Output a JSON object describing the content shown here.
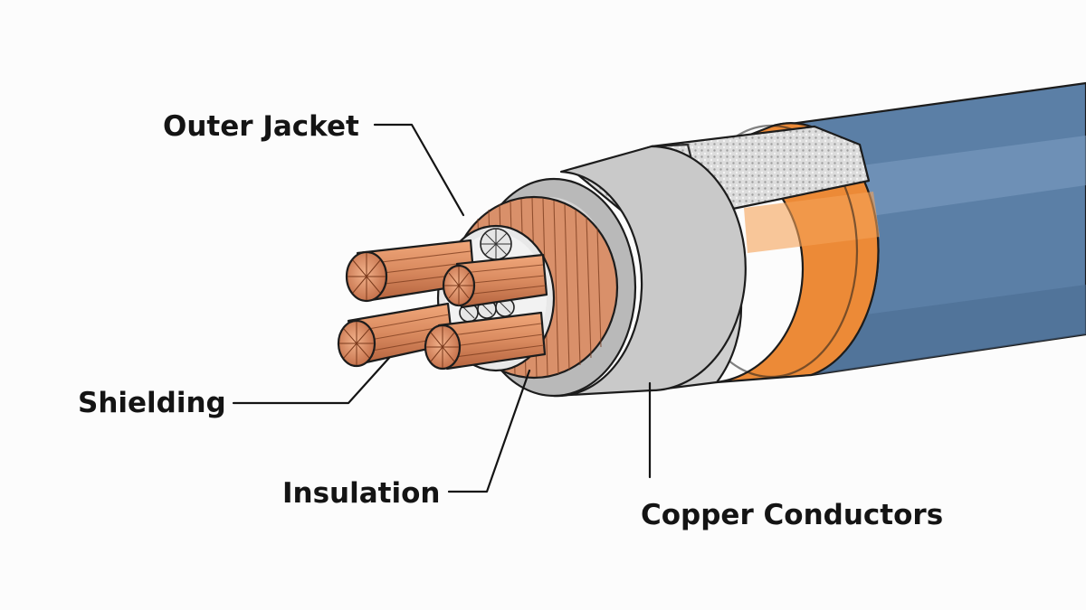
{
  "labels": {
    "outer_jacket": "Outer Jacket",
    "shielding": "Shielding",
    "insulation": "Insulation",
    "copper_conductors": "Copper Conductors"
  },
  "colors": {
    "jacket": "#5b7fa6",
    "jacket_dark": "#4b6d92",
    "jacket_highlight": "#7d9ec2",
    "orange_tape": "#ec8a37",
    "braid": "#d9d9d9",
    "insulation": "#c9c9c9",
    "copper": "#d98a5f",
    "copper_dark": "#a7583a",
    "background": "#fcfcfc"
  }
}
